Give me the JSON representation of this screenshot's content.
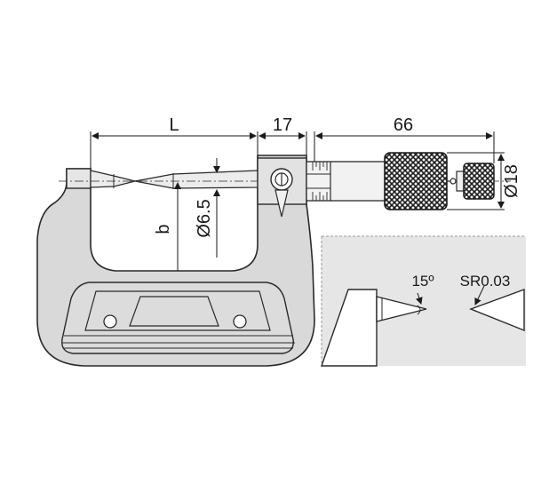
{
  "labels": {
    "dim_l": "L",
    "dim_17": "17",
    "dim_66": "66",
    "dim_b": "b",
    "dia_spindle": "Ø6.5",
    "dia_thimble": "Ø18",
    "angle": "15º",
    "radius": "SR0.03"
  },
  "colors": {
    "frame_fill": "#d9d9d9",
    "frame_stroke": "#2a2a2a",
    "inset_fill": "#e4e4e4",
    "knurl": "#1e1e1e"
  }
}
